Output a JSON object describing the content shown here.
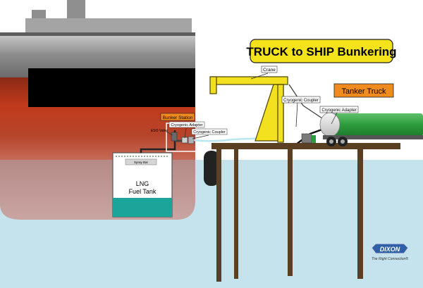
{
  "title": "TRUCK to SHIP Bunkering",
  "labels": {
    "crane": "Crane",
    "tanker_truck": "Tanker Truck",
    "bunker_station": "Bunker Station",
    "cryogenic_adapter_ship": "Cryogenic Adapter",
    "cryogenic_coupler_ship": "Cryogenic Coupler",
    "eso_valve": "ESO Valve",
    "cryogenic_coupler_crane": "Cryogenic Coupler",
    "cryogenic_adapter_truck": "Cryogenic Adapter",
    "spray_bar": "Spray Bar",
    "tank_line1": "LNG",
    "tank_line2": "Fuel Tank"
  },
  "logo": {
    "brand": "DIXON",
    "tagline": "The Right Connection®"
  },
  "colors": {
    "sky": "#ffffff",
    "water": "#c5e3ec",
    "hull_red": "#b5361b",
    "hull_dark": "#3a3a3a",
    "superstructure": "#9a9a9a",
    "crane_yellow": "#f3e01e",
    "truck_green": "#2c9b3c",
    "lng_teal": "#1ba49a",
    "title_bg": "#f4e21a",
    "tanker_label_bg": "#f08b1d",
    "pile_brown": "#5b3f23"
  }
}
